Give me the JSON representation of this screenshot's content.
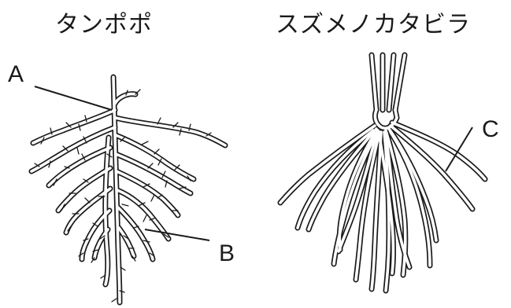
{
  "titles": {
    "left": "タンポポ",
    "right": "スズメノカタビラ"
  },
  "labels": {
    "a": "A",
    "b": "B",
    "c": "C"
  },
  "colors": {
    "line": "#1a1a1a",
    "fill": "#ffffff"
  },
  "root_types": {
    "left": "taproot-with-lateral-roots",
    "right": "fibrous-roots"
  }
}
